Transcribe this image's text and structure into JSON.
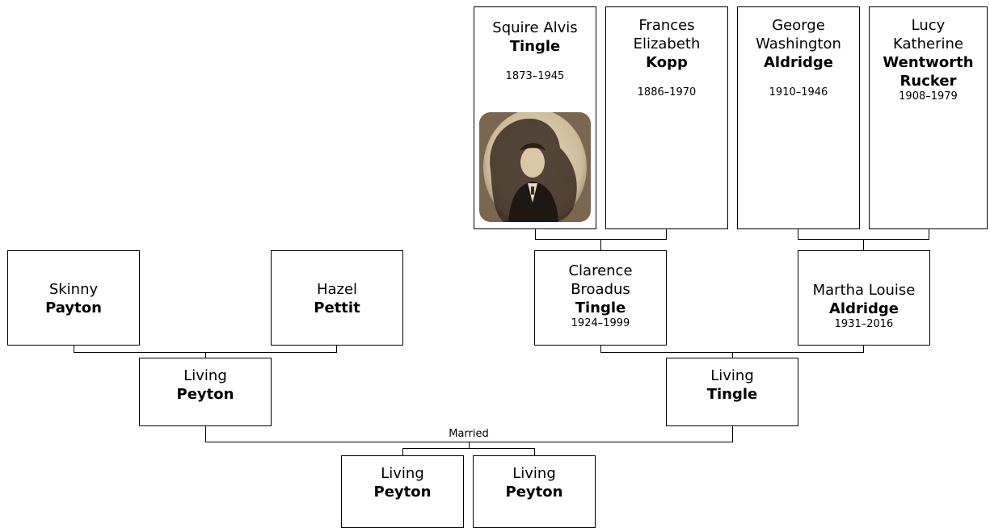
{
  "people": {
    "squire": {
      "given": "Squire Alvis",
      "surname": "Tingle",
      "dates": "1873–1945"
    },
    "frances": {
      "given": "Frances Elizabeth",
      "surname": "Kopp",
      "dates": "1886–1970"
    },
    "george": {
      "given": "George Washington",
      "surname": "Aldridge",
      "dates": "1910–1946"
    },
    "lucy": {
      "given": "Lucy Katherine",
      "surname": "Wentworth Rucker",
      "dates": "1908–1979"
    },
    "skinny": {
      "given": "Skinny",
      "surname": "Payton"
    },
    "hazel": {
      "given": "Hazel",
      "surname": "Pettit"
    },
    "clarence": {
      "given": "Clarence Broadus",
      "surname": "Tingle",
      "dates": "1924–1999"
    },
    "martha": {
      "given": "Martha Louise",
      "surname": "Aldridge",
      "dates": "1931–2016"
    },
    "living_peyton": {
      "given": "Living",
      "surname": "Peyton"
    },
    "living_tingle": {
      "given": "Living",
      "surname": "Tingle"
    },
    "child1": {
      "given": "Living",
      "surname": "Peyton"
    },
    "child2": {
      "given": "Living",
      "surname": "Peyton"
    }
  },
  "marriage_label": "Married"
}
